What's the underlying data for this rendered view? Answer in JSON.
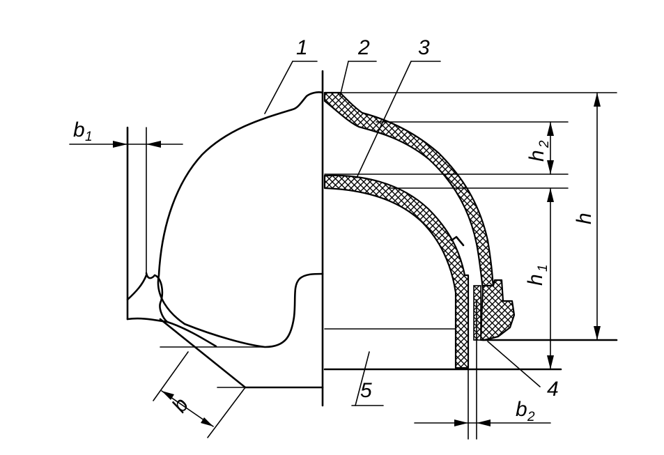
{
  "labels": {
    "part1": "1",
    "part2": "2",
    "part3": "3",
    "part4": "4",
    "part5": "5"
  },
  "dimensions": {
    "b1_main": "b",
    "b1_sub": "1",
    "b_main": "b",
    "b2_main": "b",
    "b2_sub": "2",
    "h_main": "h",
    "h1_main": "h",
    "h1_sub": "1",
    "h2_main": "h",
    "h2_sub": "2"
  }
}
